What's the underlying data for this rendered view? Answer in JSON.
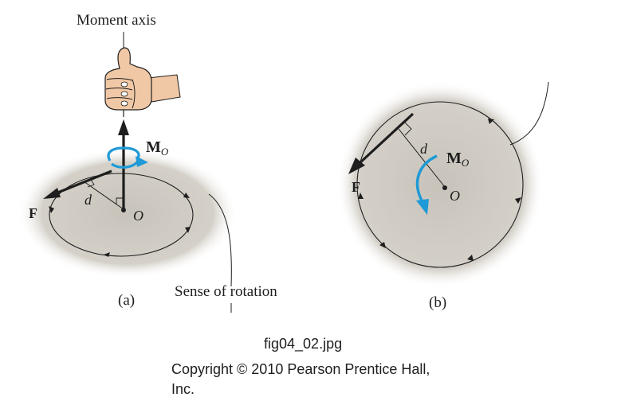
{
  "figure_a": {
    "moment_axis_label": "Moment axis",
    "moment_symbol": "M",
    "moment_subscript": "O",
    "force_label": "F",
    "distance_label": "d",
    "origin_label": "O",
    "sense_label": "Sense of rotation",
    "caption": "(a)"
  },
  "figure_b": {
    "moment_symbol": "M",
    "moment_subscript": "O",
    "force_label": "F",
    "distance_label": "d",
    "origin_label": "O",
    "caption": "(b)"
  },
  "file_caption": "fig04_02.jpg",
  "copyright_line1": "Copyright © 2010 Pearson Prentice Hall,",
  "copyright_line2": "Inc.",
  "colors": {
    "accent": "#1e9ad6",
    "shading": "#c9c4bb",
    "skin": "#f1c8a5",
    "ink": "#1e1e1e"
  }
}
